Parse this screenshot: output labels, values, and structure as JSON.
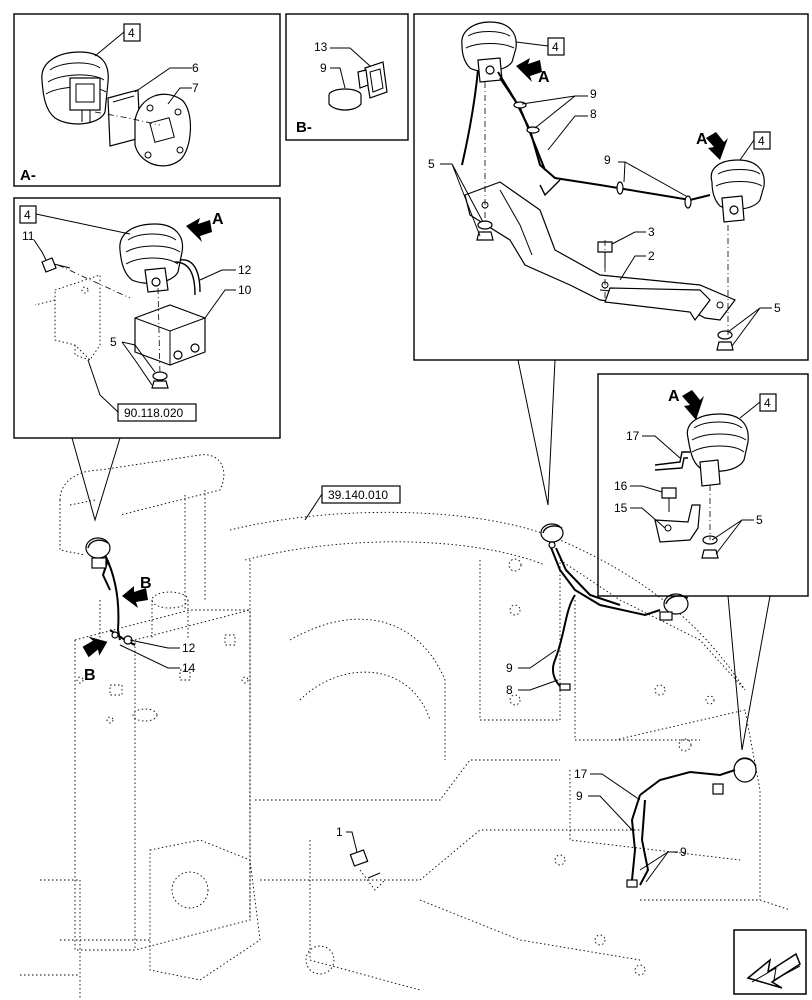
{
  "panels": {
    "a_detail": {
      "label": "A-",
      "box_ref": "4",
      "callouts": [
        "6",
        "7"
      ]
    },
    "b_detail": {
      "label": "B-",
      "callouts": [
        "13",
        "9"
      ]
    },
    "left_inset": {
      "box_ref": "4",
      "arrow_label": "A",
      "callouts": [
        "11",
        "12",
        "10",
        "5"
      ],
      "ref": "90.118.020"
    },
    "top_right_inset": {
      "box_ref_1": "4",
      "box_ref_2": "4",
      "arrow_label_1": "A",
      "arrow_label_2": "A",
      "callouts": [
        "9",
        "8",
        "5",
        "9",
        "3",
        "2",
        "5"
      ]
    },
    "mid_right_inset": {
      "box_ref": "4",
      "arrow_label": "A",
      "callouts": [
        "17",
        "16",
        "15",
        "5"
      ]
    }
  },
  "main": {
    "ref_box": "39.140.010",
    "arrow_label_b1": "B",
    "arrow_label_b2": "B",
    "callouts_left": [
      "12",
      "14"
    ],
    "callouts_center": [
      "9",
      "8",
      "1"
    ],
    "callouts_right": [
      "17",
      "9",
      "9"
    ]
  },
  "nav_icon": "direction-arrow-icon"
}
